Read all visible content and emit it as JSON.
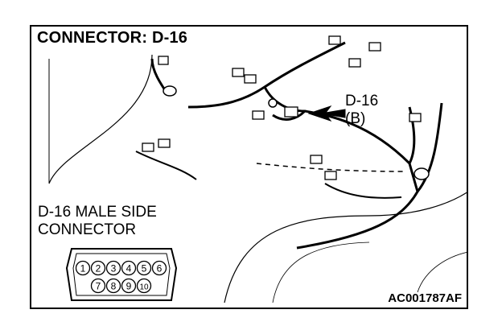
{
  "title": "CONNECTOR: D-16",
  "callout": {
    "line1": "D-16",
    "line2": "(B)"
  },
  "side_label": {
    "line1": "D-16 MALE SIDE",
    "line2": "CONNECTOR"
  },
  "pins_top": [
    "1",
    "2",
    "3",
    "4",
    "5",
    "6"
  ],
  "pins_bottom": [
    "7",
    "8",
    "9",
    "10"
  ],
  "figure_code": "AC001787AF"
}
